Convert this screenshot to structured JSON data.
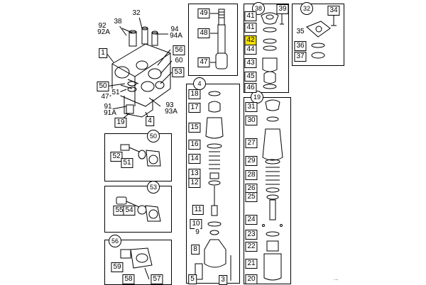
{
  "diagram": {
    "highlight_color": "#f5e000",
    "footer_code": "...",
    "groups": [
      {
        "id": "38",
        "label": "38"
      },
      {
        "id": "32",
        "label": "32"
      },
      {
        "id": "4",
        "label": "4"
      },
      {
        "id": "19",
        "label": "19"
      },
      {
        "id": "50",
        "label": "50"
      },
      {
        "id": "53",
        "label": "53"
      },
      {
        "id": "56",
        "label": "56"
      }
    ],
    "callouts": {
      "c32": "32",
      "c38": "38",
      "c92": "92",
      "c92a": "92A",
      "c94": "94",
      "c94a": "94A",
      "c1": "1",
      "c56": "56",
      "c60": "60",
      "c53": "53",
      "c50": "50",
      "c47": "47",
      "c51": "51",
      "c91": "91",
      "c91a": "91A",
      "c93": "93",
      "c93a": "93A",
      "c19": "19",
      "c4": "4",
      "p49": "49",
      "p48": "48",
      "p47": "47",
      "p41a": "41",
      "p41b": "41",
      "p42": "42",
      "p44": "44",
      "p43": "43",
      "p45": "45",
      "p46": "46",
      "p39": "39",
      "p34": "34",
      "p35": "35",
      "p36": "36",
      "p37": "37",
      "p18": "18",
      "p17": "17",
      "p15": "15",
      "p16": "16",
      "p14": "14",
      "p13": "13",
      "p12": "12",
      "p11": "11",
      "p10": "10",
      "p9": "9",
      "p8": "8",
      "p5": "5",
      "p3": "3",
      "p31": "31",
      "p30": "30",
      "p27": "27",
      "p29": "29",
      "p28": "28",
      "p26": "26",
      "p25": "25",
      "p24": "24",
      "p23": "23",
      "p22": "22",
      "p21": "21",
      "p20": "20",
      "p52": "52",
      "p51b": "51",
      "p55": "55",
      "p54": "54",
      "p59": "59",
      "p58": "58",
      "p57": "57"
    }
  }
}
